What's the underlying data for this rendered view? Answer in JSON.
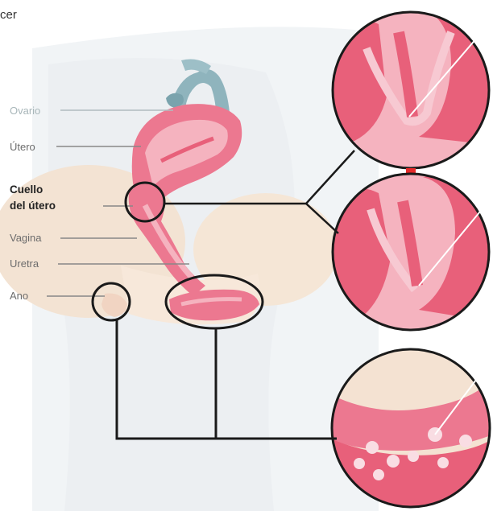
{
  "title_fragment": "cer",
  "labels": {
    "ovario": "Ovario",
    "utero": "Útero",
    "cuello_line1": "Cuello",
    "cuello_line2": "del útero",
    "vagina": "Vagina",
    "uretra": "Uretra",
    "ano": "Ano"
  },
  "colors": {
    "tissue_pink": "#e8607a",
    "light_pink": "#f5b3bf",
    "ovary_blue": "#8fb4bd",
    "body_beige": "#f2dcc6",
    "arrow_red": "#e52a2a",
    "outline": "#1a1a1a"
  }
}
